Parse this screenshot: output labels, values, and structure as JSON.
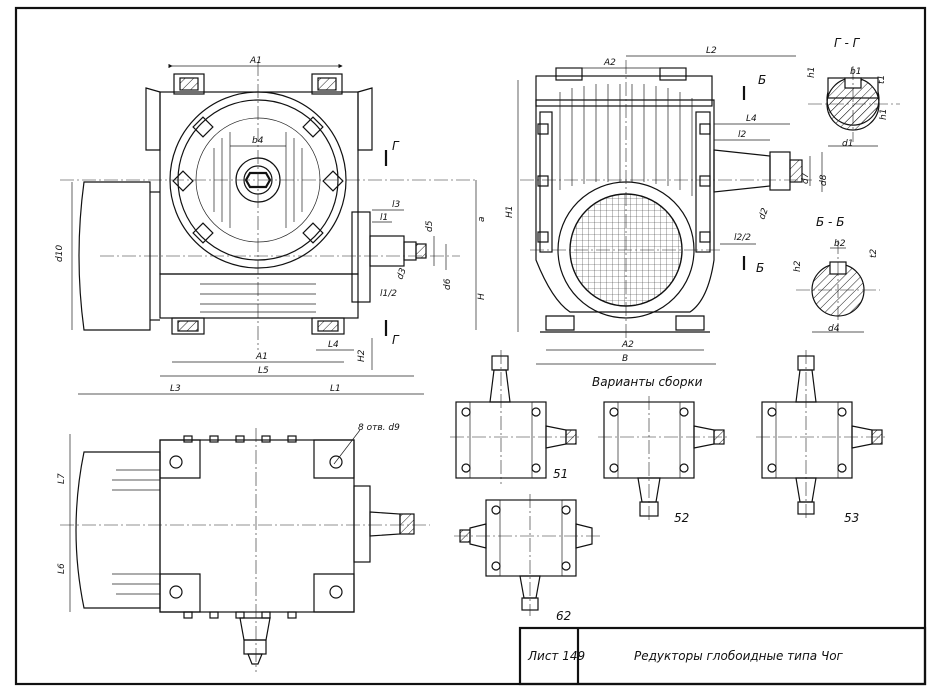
{
  "title_block": {
    "sheet_label": "Лист 149",
    "title": "Редукторы глобоидные типа Чог"
  },
  "section_labels": {
    "g_g": "Г - Г",
    "b_b": "Б - Б",
    "cut_g": "Г",
    "cut_b": "Б"
  },
  "variants": {
    "caption": "Варианты сборки",
    "labels": [
      "51",
      "52",
      "53",
      "62"
    ]
  },
  "front_view_dims": {
    "A1": "A1",
    "b4": "b4",
    "l3": "l3",
    "l1": "l1",
    "l1_2": "l1/2",
    "d5": "d5",
    "d6": "d6",
    "d3": "d3",
    "a": "a",
    "H": "H",
    "H2": "H2",
    "d10": "d10",
    "L4": "L4",
    "L5": "L5",
    "L3": "L3",
    "L1": "L1"
  },
  "side_view_dims": {
    "A2": "A2",
    "L2": "L2",
    "L4": "L4",
    "l2": "l2",
    "l2_2": "l2/2",
    "H1": "H1",
    "d7": "d7",
    "d8": "d8",
    "d2": "d2",
    "B": "B"
  },
  "section_dims": {
    "h1": "h1",
    "b1": "b1",
    "t1": "t1",
    "d1": "d1",
    "b2": "b2",
    "t2": "t2",
    "h2": "h2",
    "d4": "d4"
  },
  "plan_view_dims": {
    "holes": "8 отв. d9",
    "L7": "L7",
    "L6": "L6"
  }
}
